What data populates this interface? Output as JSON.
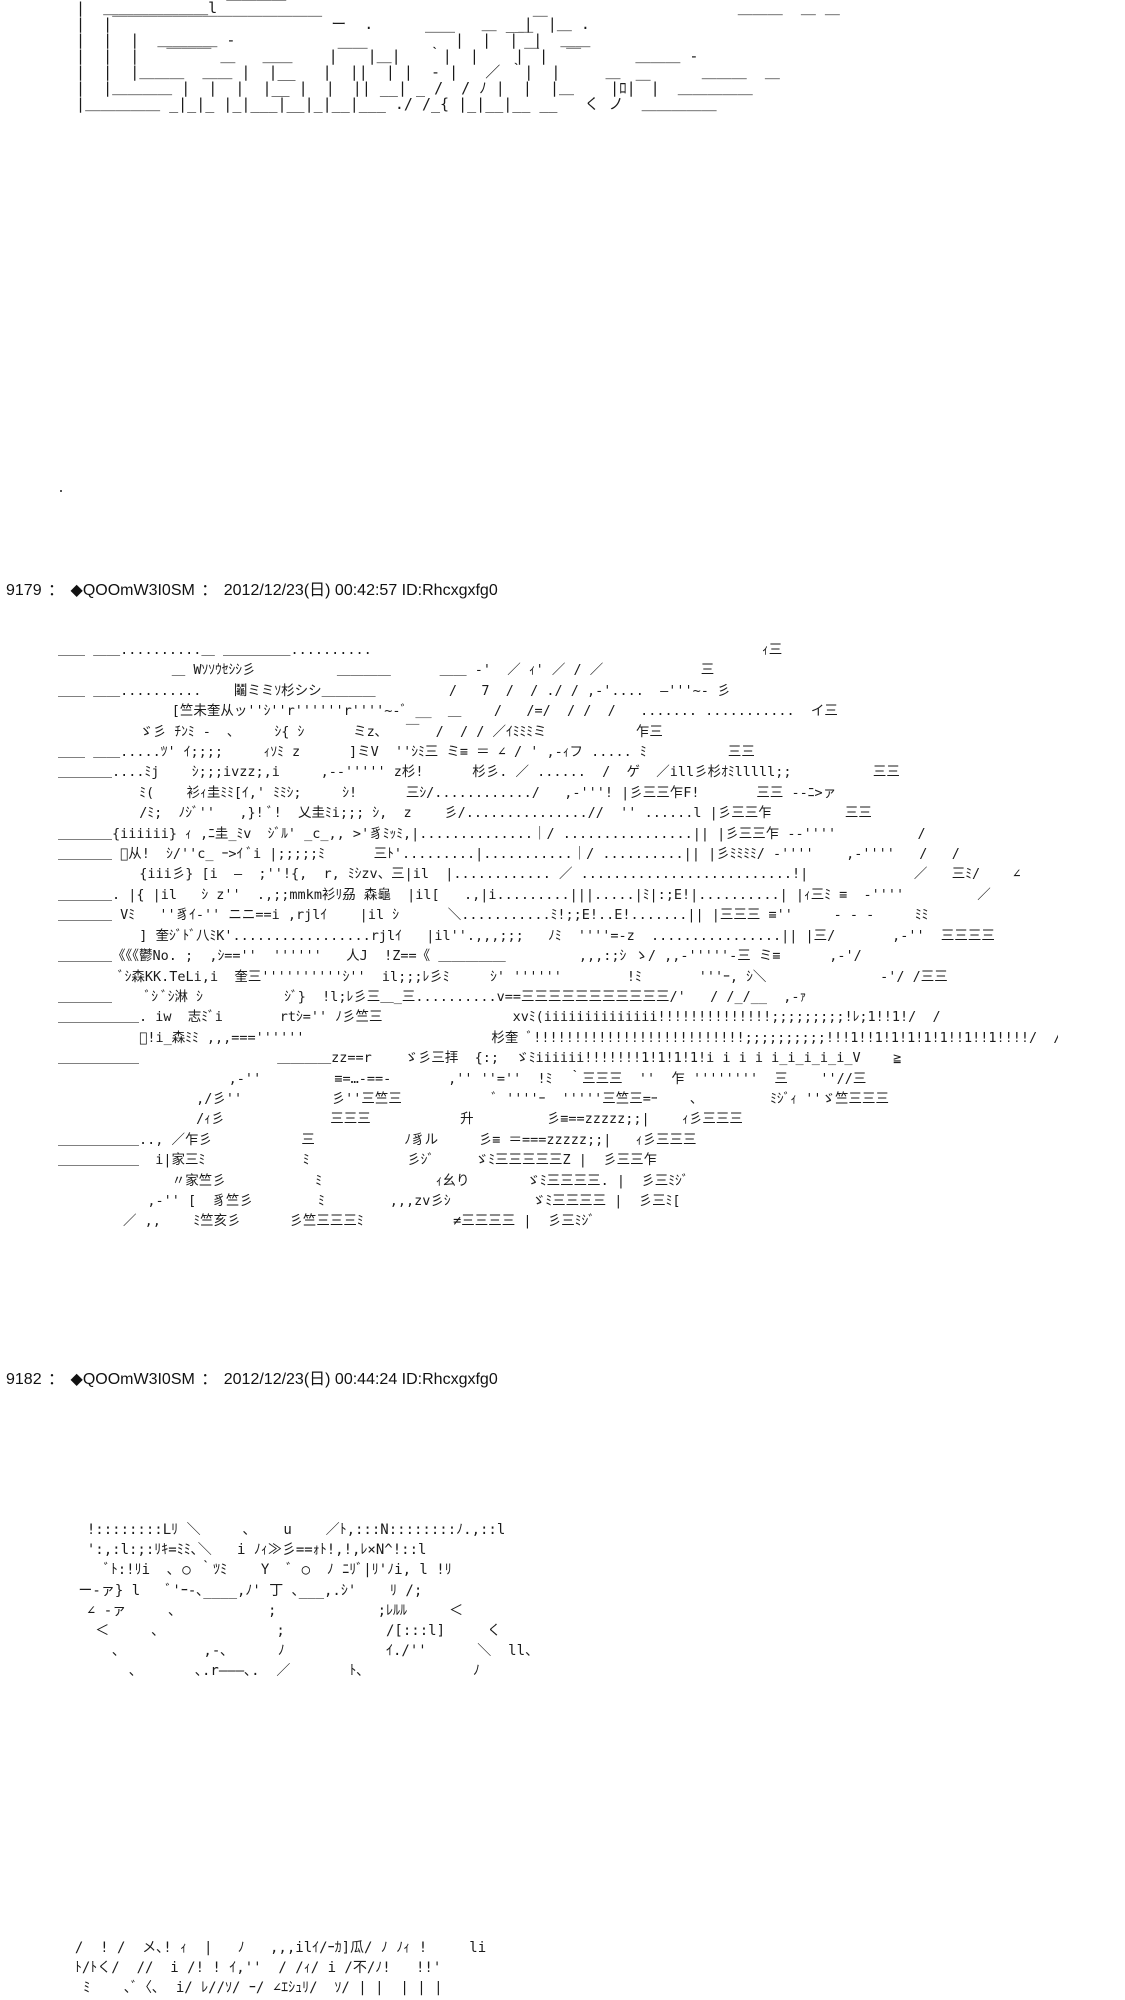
{
  "art": {
    "title": "  |  ＿＿＿＿＿＿＿l ￣￣￣￣                                                  ＿＿＿  ＿ ＿\n  |  |￣￣￣￣￣￣￣￣￣￣￣￣￣￣ ー  .            ＿ __|￣|＿ .\n  |  |  |  ＿＿＿＿ -                     ￣￣|  |  |￣|  ＿＿\n  |  |  |   ￣￣￣ ＿   ＿＿    |￣￣|＿|   ｀|  |    |￣|  ￣      ＿＿＿ -\n  |  |  |＿＿＿  ＿＿ |  |__   |  ||  | |  - |   ／ ｀|  |     ＿         ＿＿＿  ＿\n  |  |＿＿＿＿ |  |  |  |__ |  |  || __| _ /  / ﾉ |  |  |＿    |ﾛ|￣|  ＿＿＿＿＿\n  |＿＿＿＿＿ _|_|_ |_|___|__|_|__|___ ./ /_{ |_|__|__ __   く ノ  ＿＿＿＿＿",
    "fire": "＿＿ ＿＿..........＿ ＿＿＿＿＿..........                                                ｨ三\n              ＿ Wｿｿｳｾｼｼ彡          ＿＿＿＿      ＿＿ ‐'  ／ ｨ' ／ / ／            三\n＿＿ ＿＿..........    鬮ミミｿ杉シシ＿＿＿＿         /   7  /  / ./ / ,‐'....  ―'''~- 彡\n              [竺未奎从ッ''ｼ''r''''''r''''~-ﾞ __  ＿    /   /=/  / /  /   ....... ...........  イ三\n          ゞ彡 ﾁﾝﾐ -  ､     ｼ{ ｼ      ミz､   ￣  /  / / ／ｲﾐﾐﾐミ           乍三\n＿＿ ＿＿.....ﾂ' ｲ;;;;     ｨｿﾐ z      ]ミV  ''ｼﾐ三 ミ≡ ＝ ∠ / ' ,-ｨフ ..... ﾐ          三三\n＿＿＿＿....ﾐj    ｼ;;;ivzz;,i     ,-‐''''' z杉!      杉彡. ／ ......  /  ゲ  ／ill彡杉ｵﾐlllll;;          三三\n          ﾐ(    衫ｨ圭ﾐﾐ[ｲ,' ﾐﾐｼ;     ｼ!      三ｼ/............/   ,-'''! |彡三三乍F!       三三 -‐ﾆ>ァ\n          /ﾐ;  ﾉｼﾞ''   ,}! ﾞ!  乂圭ﾐi;;; ｼ,  z    彡/...............//  '' ......l |彡三三乍         三三\n＿＿＿＿{iiiiii} ｨ ,ﾆ圭_ﾐv  ｼﾞﾙ' _c_,, >'豸ﾐｯﾐ,|..............｜/ ................|| |彡三三乍 -‐''''          /\n＿＿＿＿ ゙从!  ｼ/''c_ ｰ>ｲ ﾞi |;;;;;ﾐ      三ﾄ'.........|...........｜/ ..........|| |彡ﾐﾐﾐﾐ/ ‐''''    ,-''''   /   /\n          {iii彡} [i  ―  ;''!{,  r, ﾐｼzv、三|il  |............ ／ ..........................!|             ／   三ﾐ/    ∠\n＿＿＿＿. |{ |il   ｼ z''  .,;;mmkm衫ﾘ刕 森龜  |il[   .,|i.........|||.....|ﾐ|:;E!|..........| |ｨ三ﾐ ≡  ‐''''         ／\n＿＿＿＿ Vﾐ   ''豸ｲ-'' ニニ==i ,rjlｲ    |il ｼ      ＼...........ﾐ!;;E!..E!.......|| |三三三 ≡''     ‐ ‐ ‐     ﾐﾐ\n          ] 奎ｼﾞﾄﾞ八ﾐK'.................rjlｲ   |il''.,,,;;;   ﾉﾐ  ''''=‐z  ................|| |三/       ,-''  三三三三\n＿＿＿＿《《《鬱No. ;  ,ｼ==''  ''''''   人J  !Z==《 ＿＿＿＿＿         ,,,:;ｼ ゝ/ ,,-'''''-三 ミ≡      ,-'/\n        ﾞｼ森KK.TeLi,i  奎三''''''''''ｼ''  il;;;ﾚ彡ﾐ     ｼ' ''''''        !ﾐ       '''ｰ, ｼ＼              -'/ /三三\n＿＿＿＿    ﾞｼ ﾞｼ淋 ｼ          ｼﾞ}  !l;ﾚ彡三＿_三..........v==三三三三三三三三三三三/'   / /_/__  ,‐ｧ\n＿＿＿＿＿＿. iw  志ﾐﾞi       rtｼ='' ﾉ彡竺三                xvﾐ(iiiiiiiiiiiiii!!!!!!!!!!!!!!;;;;;;;;;!ﾚ;1!!1!/  /\n          ﾞ!i_森ﾐﾐ ,,,===''''''                       杉奎 ﾞ!!!!!!!!!!!!!!!!!!!!!!!!!!;;;;;;;;;;!!!1!!1!1!1!1!1!!1!!1!!!!/  /\n＿＿＿＿＿＿                 ＿＿＿＿zz==r    ゞ彡三拝  {:;  ゞﾐiiiiii!!!!!!!1!1!1!1!i i i i i_i_i_i_i_V    ≧\n                     ,-''         ≡=…-==-       ,'' ''=''  !ﾐ  ｀三三三  ''  乍 ''''''''  三    ''//三\n                 ,/彡''           彡''三竺三           ﾞ ''''ｰ  '''''三竺三=ｰ    ､         ﾐｼﾞｨ ''ゞ竺三三三\n                 /ｨ彡             三三三           升         彡≡==zzzzz;;|    ｨ彡三三三\n＿＿＿＿＿＿.., ／乍彡           三           ﾉ豸ル     彡≡ ＝===zzzzz;;|   ｨ彡三三三\n＿＿＿＿＿＿  i|家三ﾐ            ﾐ            彡ｼﾞ     ゞﾐ三三三三三Z |  彡三三乍\n              〃家竺彡           ﾐ              ｨ幺り       ゞﾐ三三三三. |  彡三ﾐｼﾞ\n           ,-'' [  豸竺彡        ﾐ        ,,,zv彡ｼ          ゞﾐ三三三三 |  彡三ﾐ[\n        ／ ,,    ﾐ竺亥彡      彡竺三三三ﾐ           ≠三三三三 |  彡三ﾐｼﾞ",
    "face": "  !::::::::Lﾘ ＼     ､    u    ／ﾄ,:::N::::::::ﾉ.,::l\n  ':,:l:;:ﾘｷ=ﾐﾐ､＼   i ﾉｨ≫彡==ｫﾄ!,!,ﾚ×N^!::l\n    ﾞﾄ:!ﾘi  ､ ○ ｀ﾂﾐ    Y  ﾞ ○  ﾉ ﾆﾘﾞ|ﾘ'ﾉi, l !ﾘ\n ー‐ァ} l   ﾞ'ｰ-､____,ﾉ' 丁 ､___,.ｼ'    ﾘ /;\n  ∠ ‐ァ     ､           ;            ;ﾚﾙﾙ     ＜\n   ＜     ､              ;            /[:::l]     く\n     ､          ,-､      ﾉ            ｲ./''      ＼  ll、\n       ､       ､.r―――､.  ／       ﾄ､             ﾉ",
    "bottom": "  /  ! /  メ､! ｨ  |   ﾉ   ,,,ilｲ/ｰｶ]瓜/ ﾉ ﾉｨ !     li\n  ﾄ/ﾄく/  //  i /! ! ｲ,''  / /ｨ/ i /不/ﾉ!   !!'\n   ﾐ    ､ﾞ〈､  i/ ﾚ//ｿ/ ｰ/ ∠ｴｼｭﾘ/  ｿ/ | |  | | |"
  },
  "posts": [
    {
      "number": "9179",
      "separator": "：",
      "trip": "◆QOOmW3I0SM",
      "date": "2012/12/23(日) 00:42:57",
      "id": "ID:Rhcxgxfg0"
    },
    {
      "number": "9182",
      "separator": "：",
      "trip": "◆QOOmW3I0SM",
      "date": "2012/12/23(日) 00:44:24",
      "id": "ID:Rhcxgxfg0"
    }
  ]
}
